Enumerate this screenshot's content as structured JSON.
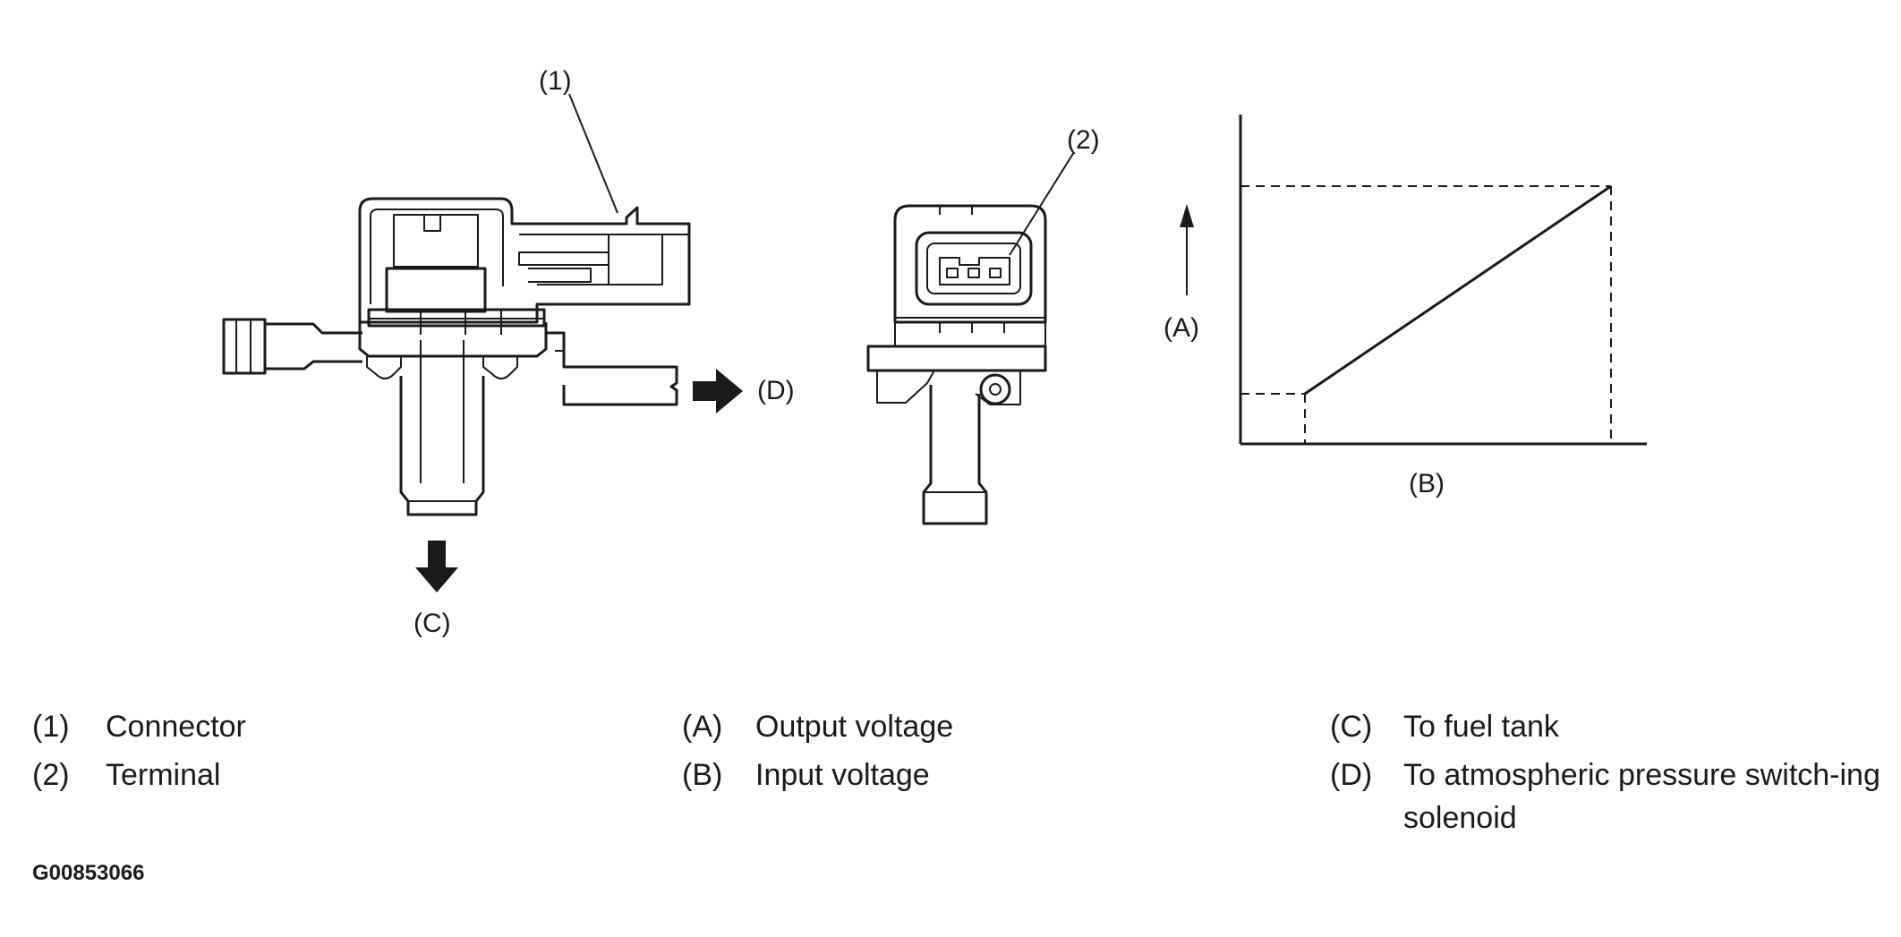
{
  "callouts": {
    "connector": "(1)",
    "terminal": "(2)",
    "axis_a": "(A)",
    "axis_b": "(B)",
    "arrow_c": "(C)",
    "arrow_d": "(D)"
  },
  "legend": [
    {
      "key": "(1)",
      "text": "Connector"
    },
    {
      "key": "(2)",
      "text": "Terminal"
    },
    {
      "key": "(A)",
      "text": "Output voltage"
    },
    {
      "key": "(B)",
      "text": "Input voltage"
    },
    {
      "key": "(C)",
      "text": "To fuel tank"
    },
    {
      "key": "(D)",
      "text": "To atmospheric pressure switch-ing solenoid"
    }
  ],
  "figure_id": "G00853066",
  "icons": [
    "flow-arrow-down-icon",
    "flow-arrow-right-icon",
    "axis-arrow-up-icon"
  ]
}
